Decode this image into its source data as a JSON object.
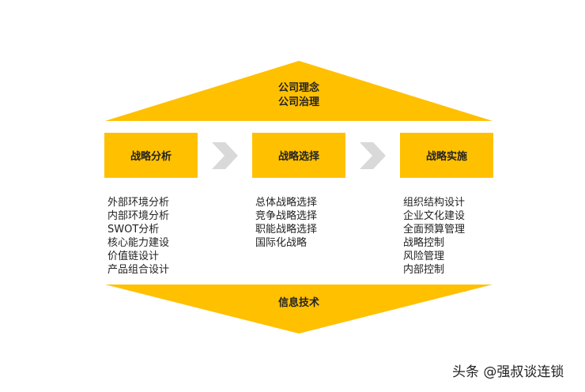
{
  "colors": {
    "accent": "#FFC000",
    "arrow": "#D9D9D9"
  },
  "top": {
    "lines": [
      "公司理念",
      "公司治理"
    ]
  },
  "stages": [
    {
      "title": "战略分析",
      "items": [
        "外部环境分析",
        "内部环境分析",
        "SWOT分析",
        "核心能力建设",
        "价值链设计",
        "产品组合设计"
      ]
    },
    {
      "title": "战略选择",
      "items": [
        "总体战略选择",
        "竞争战略选择",
        "职能战略选择",
        "国际化战略"
      ]
    },
    {
      "title": "战略实施",
      "items": [
        "组织结构设计",
        "企业文化建设",
        "全面预算管理",
        "战略控制",
        "风险管理",
        "内部控制"
      ]
    }
  ],
  "bottom": {
    "label": "信息技术"
  },
  "watermark": "头条 @强叔谈连锁"
}
